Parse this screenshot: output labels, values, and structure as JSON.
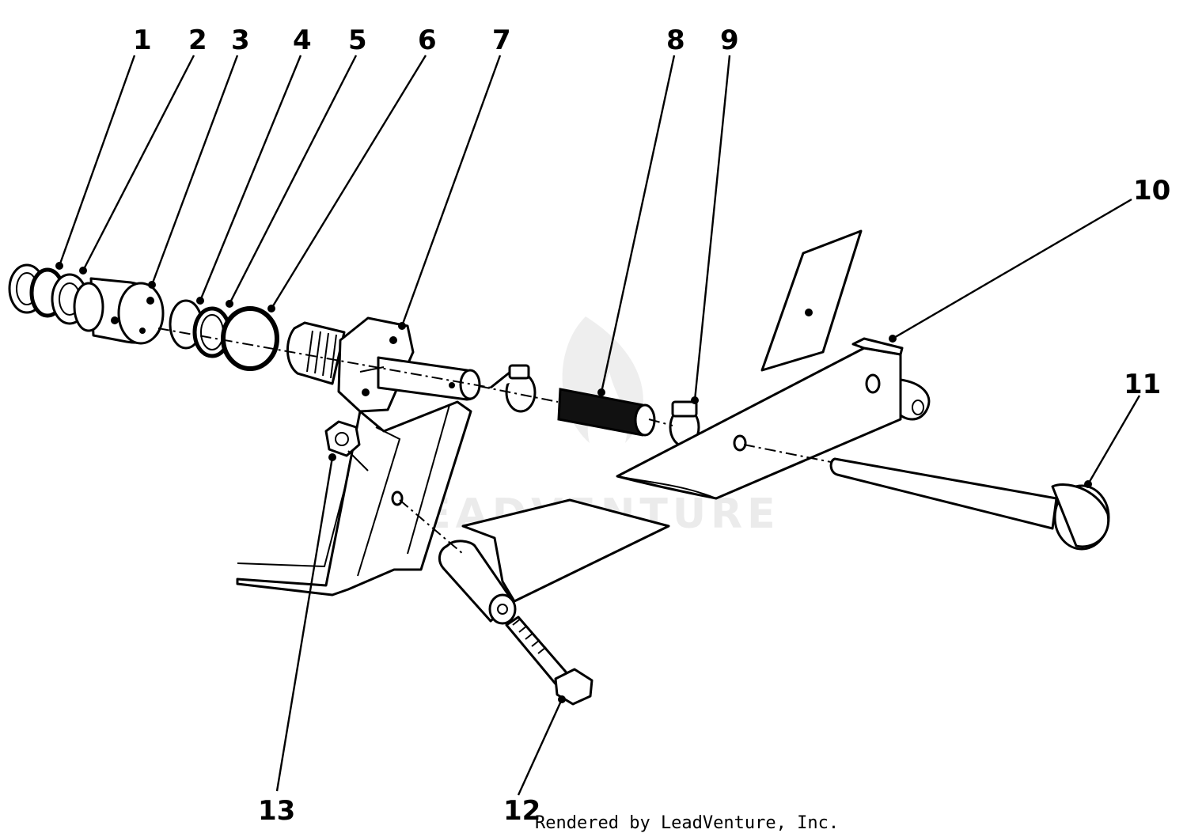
{
  "callouts": [
    "1",
    "2",
    "3",
    "4",
    "5",
    "6",
    "7",
    "8",
    "9",
    "10",
    "11",
    "12",
    "13"
  ],
  "watermark": "LEADVENTURE",
  "credit": "Rendered by LeadVenture, Inc."
}
